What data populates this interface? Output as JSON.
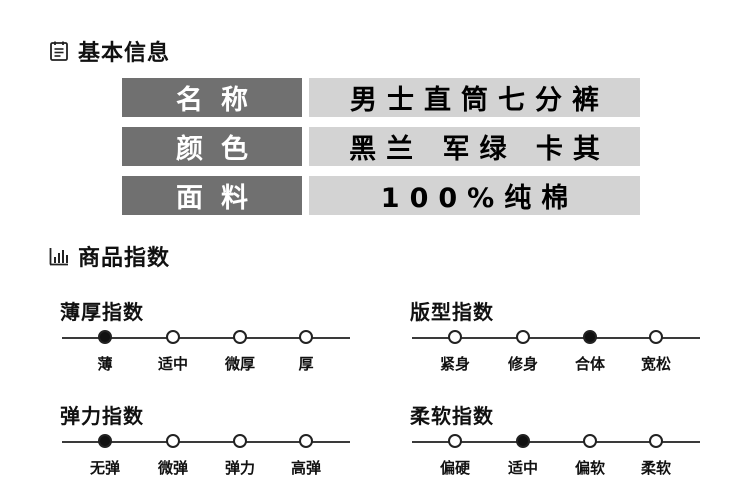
{
  "basic": {
    "heading": "基本信息",
    "heading_icon": "notepad-icon",
    "rows": [
      {
        "label": "名称",
        "value": "男士直筒七分裤"
      },
      {
        "label": "颜色",
        "value": "黑兰 军绿 卡其"
      },
      {
        "label": "面料",
        "value": "100%纯棉"
      }
    ],
    "label_bg": "#707070",
    "value_bg": "#d3d3d3"
  },
  "index": {
    "heading": "商品指数",
    "heading_icon": "bar-chart-icon",
    "items": [
      {
        "title": "薄厚指数",
        "options": [
          "薄",
          "适中",
          "微厚",
          "厚"
        ],
        "selected_index": 0
      },
      {
        "title": "版型指数",
        "options": [
          "紧身",
          "修身",
          "合体",
          "宽松"
        ],
        "selected_index": 2
      },
      {
        "title": "弹力指数",
        "options": [
          "无弹",
          "微弹",
          "弹力",
          "高弹"
        ],
        "selected_index": 0
      },
      {
        "title": "柔软指数",
        "options": [
          "偏硬",
          "适中",
          "偏软",
          "柔软"
        ],
        "selected_index": 1
      }
    ]
  }
}
